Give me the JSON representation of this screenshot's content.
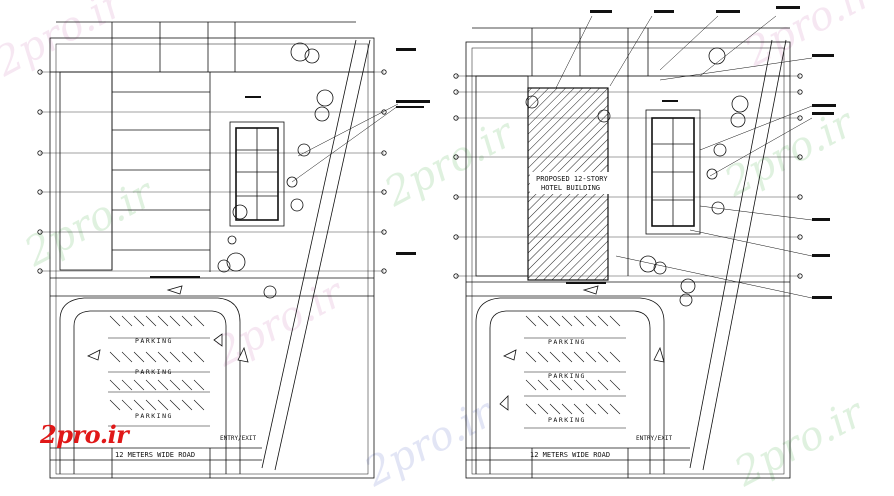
{
  "colors": {
    "line": "#111111",
    "logo": "#e01818",
    "bg": "#ffffff"
  },
  "watermark": {
    "text": "2pro.ir"
  },
  "logo": {
    "text": "2pro.ir"
  },
  "left_plan": {
    "road": "12 METERS WIDE ROAD",
    "entry": "ENTRY/EXIT",
    "parking": [
      "PARKING",
      "PARKING",
      "PARKING"
    ]
  },
  "right_plan": {
    "road": "12 METERS WIDE ROAD",
    "entry": "ENTRY/EXIT",
    "parking": [
      "PARKING",
      "PARKING",
      "PARKING"
    ],
    "hotel": [
      "PROPOSED 12-STORY",
      "HOTEL BUILDING"
    ]
  }
}
